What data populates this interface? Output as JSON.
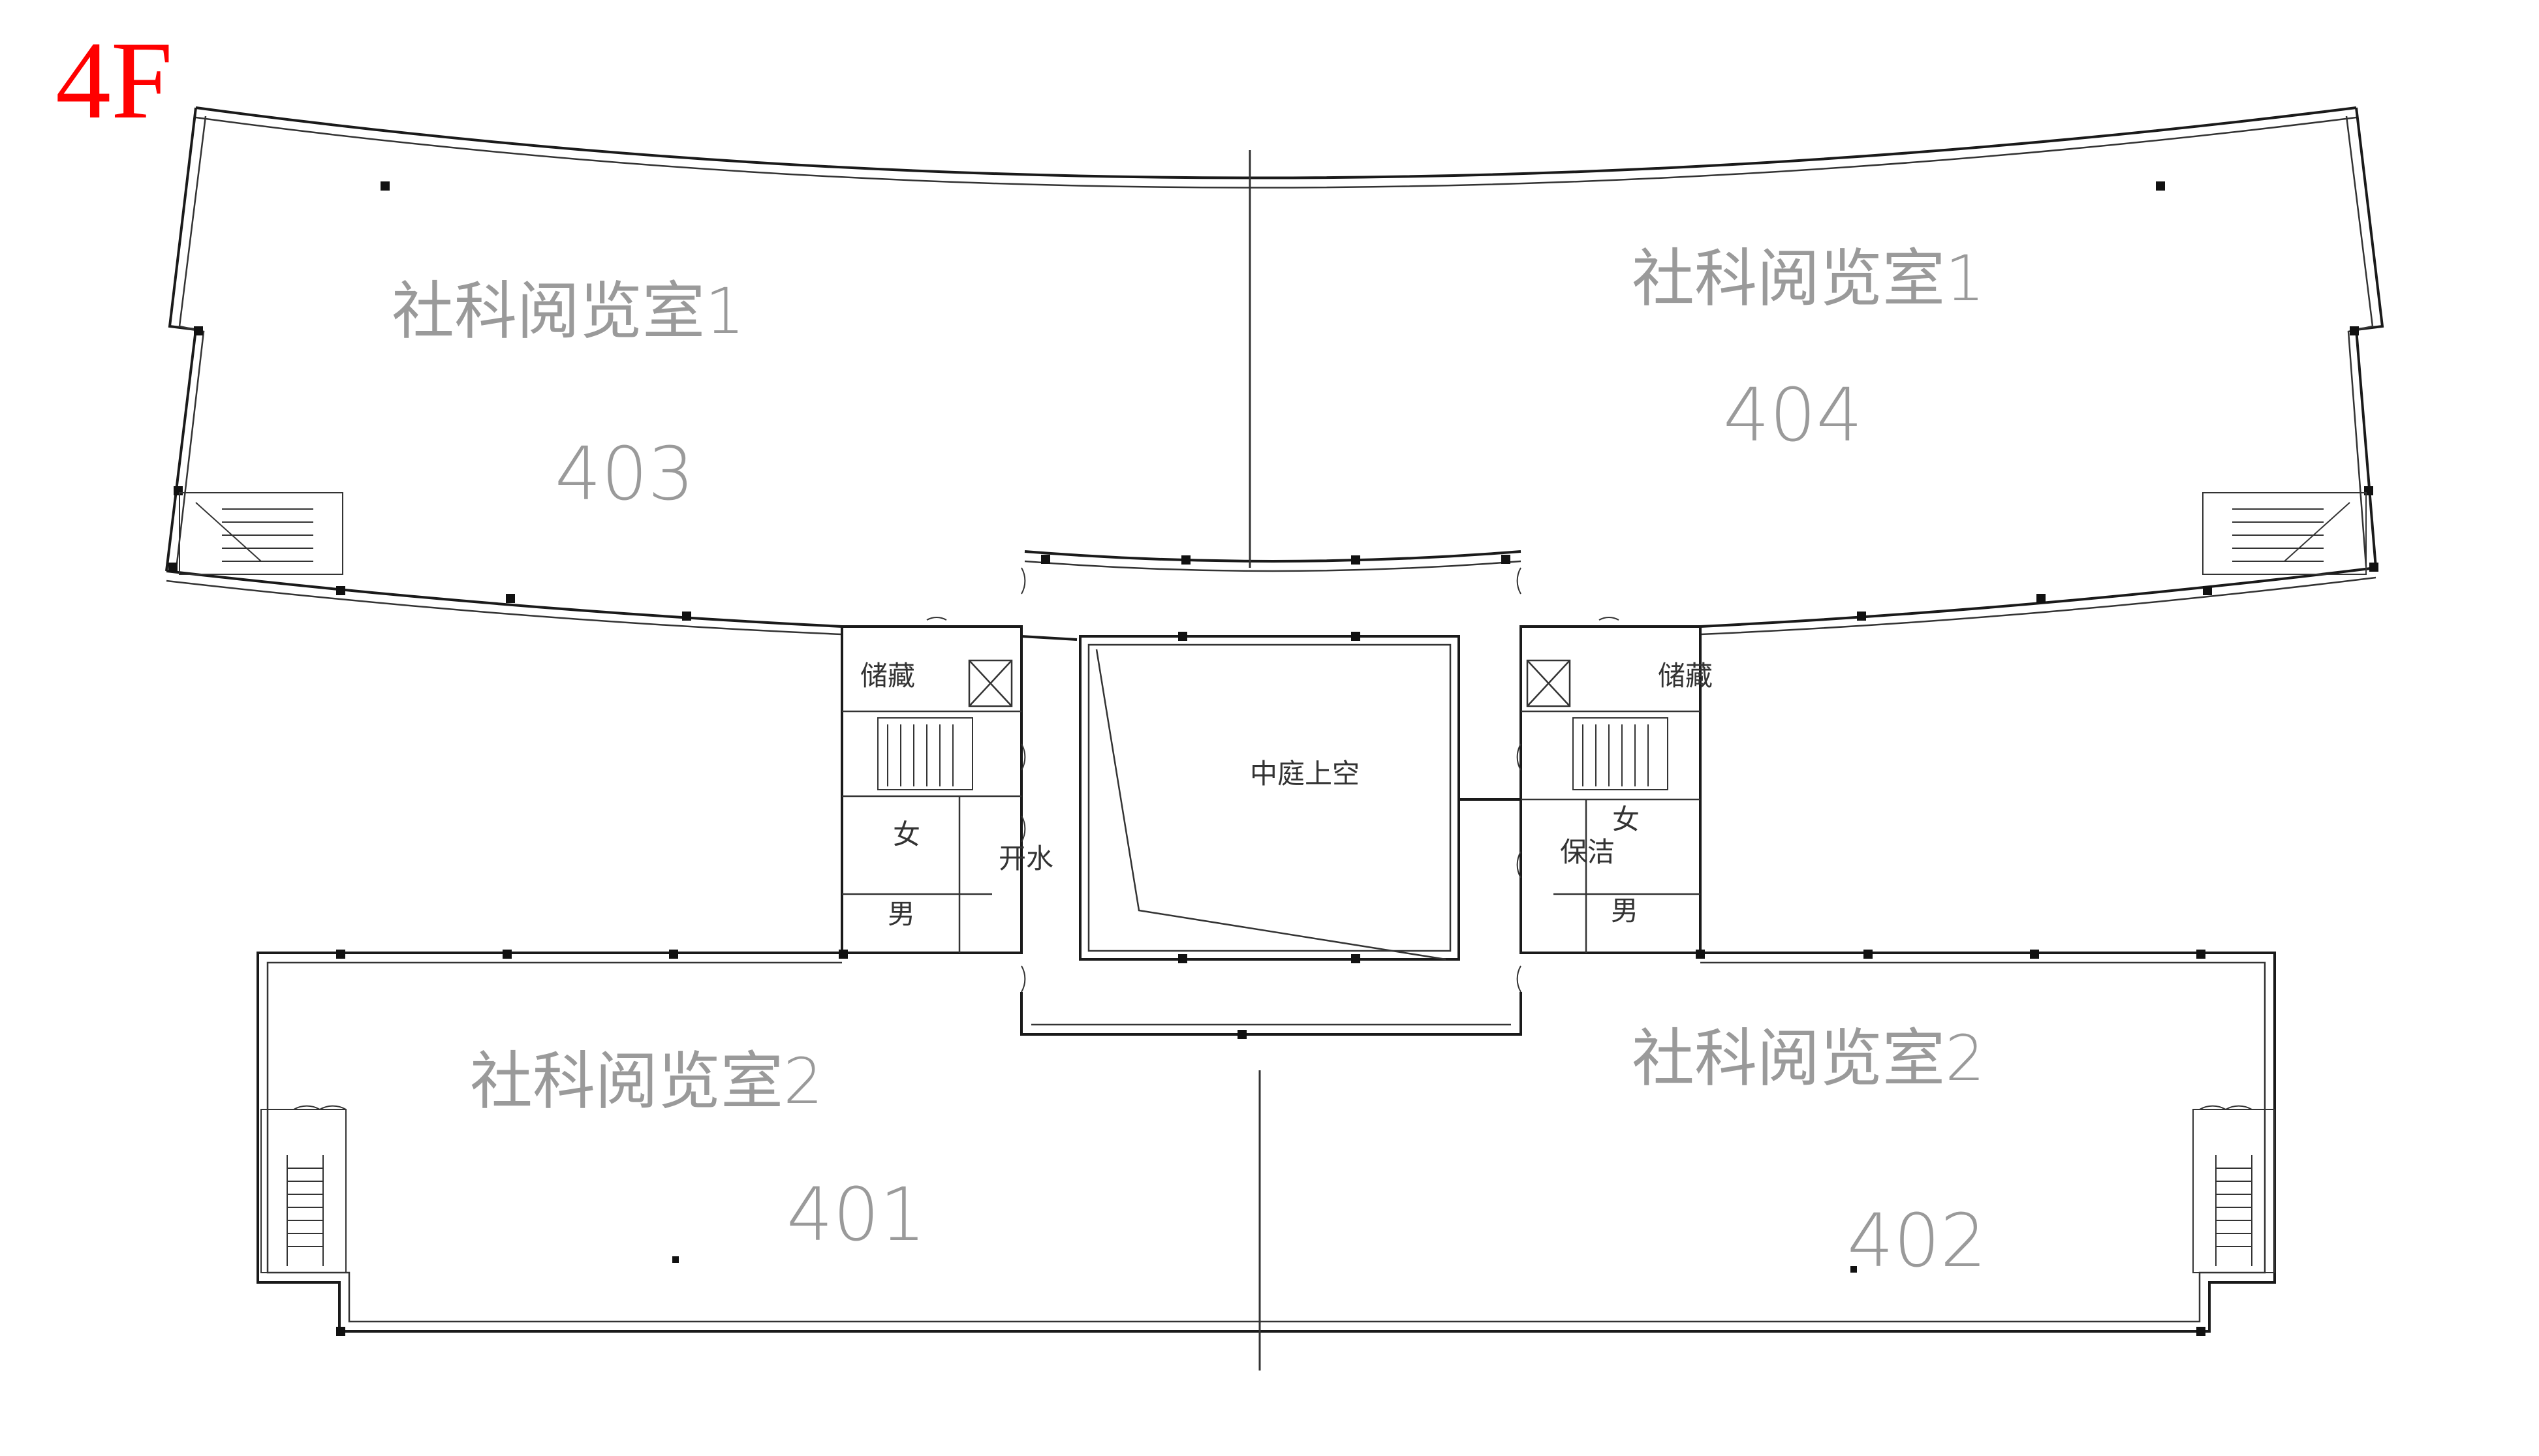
{
  "floor_label": "4F",
  "rooms": {
    "r403_name": "社科阅览室1",
    "r403_number": "403",
    "r404_name": "社科阅览室1",
    "r404_number": "404",
    "r401_name": "社科阅览室2",
    "r401_number": "401",
    "r402_name": "社科阅览室2",
    "r402_number": "402",
    "atrium": "中庭上空"
  },
  "core_left": {
    "storage": "储藏",
    "women": "女",
    "men": "男",
    "boiled_water": "开水"
  },
  "core_right": {
    "storage": "储藏",
    "women": "女",
    "men": "男",
    "cleaning": "保洁"
  },
  "colors": {
    "floor_label": "#ff0000",
    "room_text": "#9a9a9a",
    "lines": "#1a1a1a"
  }
}
